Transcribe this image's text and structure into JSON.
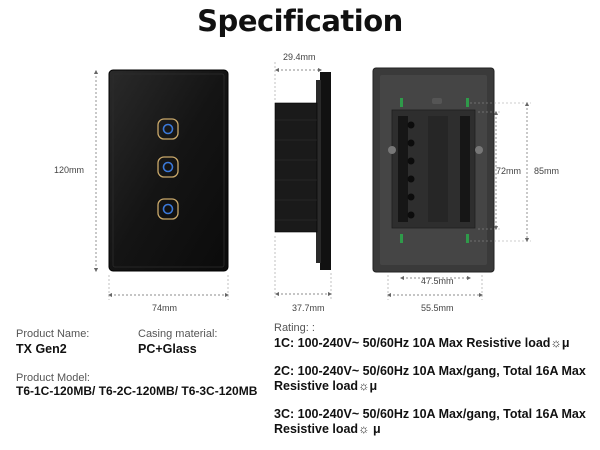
{
  "title": "Specification",
  "dimensions": {
    "front_height": "120mm",
    "front_width": "74mm",
    "side_depth_top": "29.4mm",
    "side_depth_bottom": "37.7mm",
    "back_height_inner": "72mm",
    "back_height_outer": "85mm",
    "back_width_inner": "47.5mm",
    "back_width_outer": "55.5mm"
  },
  "specs": {
    "product_name_label": "Product Name:",
    "product_name_value": "TX Gen2",
    "casing_label": "Casing material:",
    "casing_value": "PC+Glass",
    "model_label": "Product Model:",
    "model_value": "T6-1C-120MB/ T6-2C-120MB/ T6-3C-120MB",
    "rating_label": "Rating: :",
    "rating_1c": "1C: 100-240V~ 50/60Hz 10A Max Resistive load☼μ",
    "rating_2c": "2C: 100-240V~ 50/60Hz 10A Max/gang, Total 16A Max Resistive load☼μ",
    "rating_3c": "3C: 100-240V~ 50/60Hz 10A Max/gang, Total 16A Max Resistive load☼ μ"
  },
  "colors": {
    "panel": "#151515",
    "button_ring": "#2e5fb0",
    "back_body": "#3c3c3c",
    "terminal_green": "#2f9a4a"
  },
  "icons": [
    "touch-button-icon",
    "touch-button-icon",
    "touch-button-icon"
  ]
}
